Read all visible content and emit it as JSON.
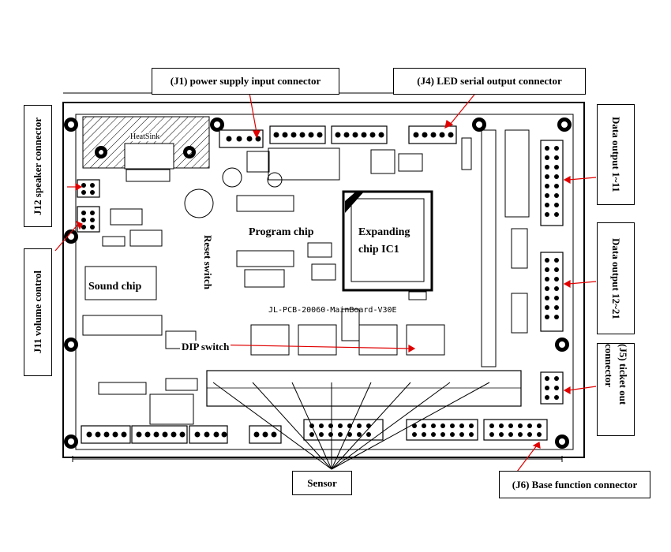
{
  "callouts": {
    "j1": "(J1)  power supply input connector",
    "j4": "(J4) LED serial output connector",
    "j12": "J12 speaker connector",
    "j11": "J11 volume control",
    "data_1_11": "Data output 1~11",
    "data_12_21": "Data output 12~21",
    "j5": "(J5) ticket out connector",
    "j6": "(J6) Base function connector",
    "sensor": "Sensor"
  },
  "board_labels": {
    "program_chip": "Program chip",
    "expanding_chip_line1": "Expanding",
    "expanding_chip_line2": "chip IC1",
    "sound_chip": "Sound chip",
    "reset_switch": "Reset switch",
    "dip_switch": "DIP switch",
    "board_name": "JL-PCB-20060-MainBoard-V30E",
    "heatsink": "HeatSink"
  },
  "colors": {
    "arrow": "#e00000",
    "line": "#000000"
  }
}
